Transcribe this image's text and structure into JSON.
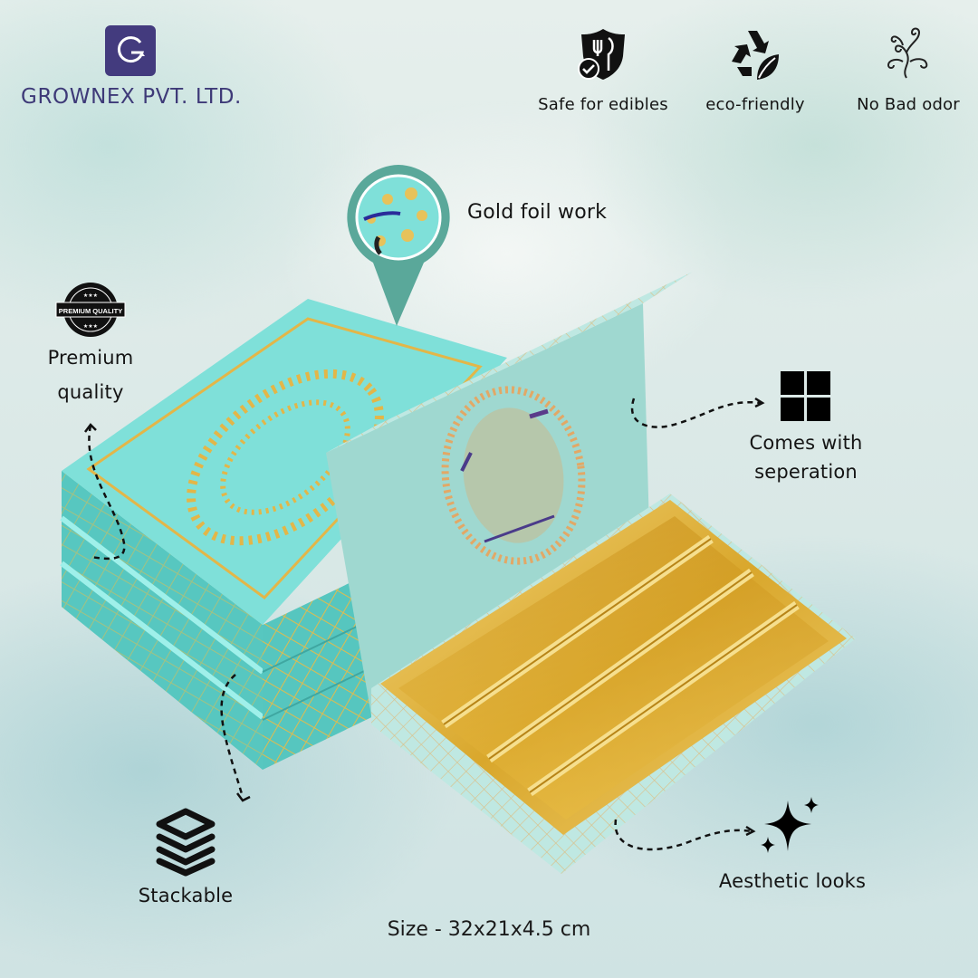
{
  "brand": {
    "logo_letter": "G",
    "name": "GROWNEX PVT. LTD.",
    "color": "#433b7e"
  },
  "top_features": [
    {
      "icon": "shield-cutlery-check-icon",
      "label": "Safe for edibles"
    },
    {
      "icon": "recycle-leaf-icon",
      "label": "eco-friendly"
    },
    {
      "icon": "swirl-scent-icon",
      "label": "No Bad odor"
    }
  ],
  "callouts": {
    "gold_foil": {
      "icon": "location-pin-magnifier-icon",
      "label": "Gold foil work"
    },
    "premium": {
      "icon": "premium-quality-seal-icon",
      "badge_text": "PREMIUM QUALITY",
      "label_line1": "Premium",
      "label_line2": "quality"
    },
    "separation": {
      "icon": "four-squares-grid-icon",
      "label_line1": "Comes with",
      "label_line2": "seperation"
    },
    "stackable": {
      "icon": "layers-stack-icon",
      "label": "Stackable"
    },
    "aesthetic": {
      "icon": "sparkles-icon",
      "label": "Aesthetic looks"
    }
  },
  "size_text": "Size - 32x21x4.5 cm",
  "product": {
    "stacked_boxes": 3,
    "tray_compartments": 4,
    "colors": {
      "box_aqua": "#7fdcd6",
      "box_side": "#4fc1bb",
      "lid_inner": "#9fd6cf",
      "gold": "#e3b648",
      "gold_dark": "#b8861e",
      "pin_teal": "#5aa89a"
    }
  }
}
